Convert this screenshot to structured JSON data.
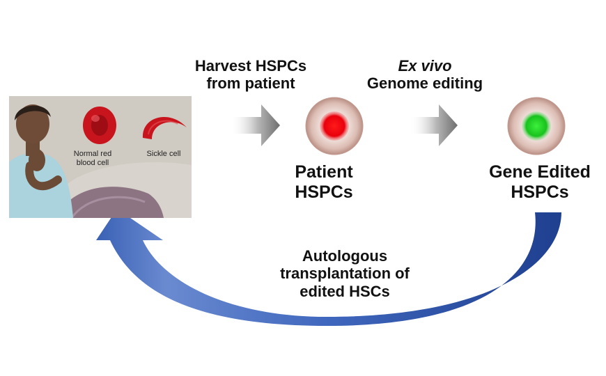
{
  "steps": {
    "harvest": {
      "line1": "Harvest HSPCs",
      "line2": "from patient"
    },
    "exvivo": {
      "line1": "Ex vivo",
      "line2": "Genome editing"
    },
    "patient_cells": {
      "line1": "Patient",
      "line2": "HSPCs"
    },
    "edited_cells": {
      "line1": "Gene Edited",
      "line2": "HSPCs"
    },
    "transplant": {
      "line1": "Autologous",
      "line2": "transplantation of",
      "line3": "edited HSCs"
    }
  },
  "photo": {
    "normal_cell_caption": {
      "line1": "Normal red",
      "line2": "blood cell"
    },
    "sickle_cell_caption": "Sickle cell"
  },
  "colors": {
    "patient_cell_core": "#e8000c",
    "edited_cell_core": "#19c21d",
    "cell_ring": "#d9b8ae",
    "return_arrow": "#2e55a6",
    "forward_arrow": "#7a7a7a",
    "rbc": "#c8141c"
  }
}
